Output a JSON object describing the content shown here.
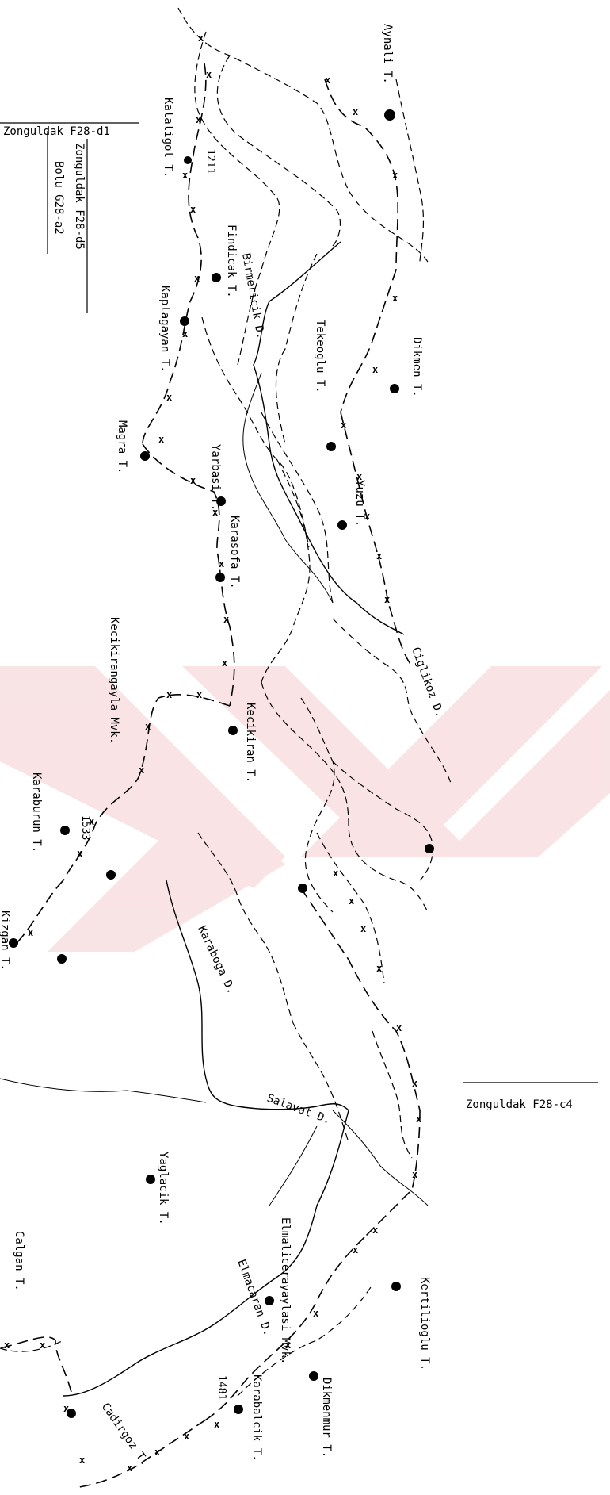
{
  "sheets": {
    "top_left_1": "Zonguldak F28-d1",
    "top_left_2": "Zonguldak F28-d5",
    "top_left_3": "Bolu G28-a2",
    "right": "Zonguldak F28-c4"
  },
  "peaks": {
    "aynali": "Aynali T.",
    "kalaligol": "Kalaligol T.",
    "elev_1211": "1211",
    "findicak": "Findicak T.",
    "kaplangayan": "Kaplagayan T.",
    "dikmen": "Dikmen T.",
    "tekeoglu": "Tekeoglu T.",
    "magra": "Magra T.",
    "yuzu": "Yuzu T.",
    "yarbasi": "Yarbasi T.",
    "karasofa": "Karasofa T.",
    "kecikiran_yayla": "Kecikirangayla Mvk.",
    "kecikiran": "Kecikiran T.",
    "karaburun": "Karaburun T.",
    "elev_1533": "1533",
    "kizgan": "Kizgan T.",
    "yaglacik": "Yaglacik T.",
    "calgan": "Calgan T.",
    "elmali_yayla": "Elmalicerayaylasi Mvk.",
    "kertilioglu": "Kertilioglu T.",
    "karabalcik": "Karabalcik T.",
    "dikmenmur": "Dikmenmur T.",
    "elev_1481": "1481",
    "cadirgoz": "Cadirgoz T."
  },
  "streams": {
    "birmericik": "Birmericik D.",
    "ciglikoz": "Ciglikoz D.",
    "karaboga": "Karaboga D.",
    "salavat": "Salavat D.",
    "elmacaran": "Elmacaran D."
  },
  "colors": {
    "ink": "#000000",
    "watermark": "#f4c9cc"
  },
  "icons": {
    "summit_marker": "circle-dot-icon",
    "watermark": "x-watermark-icon"
  }
}
